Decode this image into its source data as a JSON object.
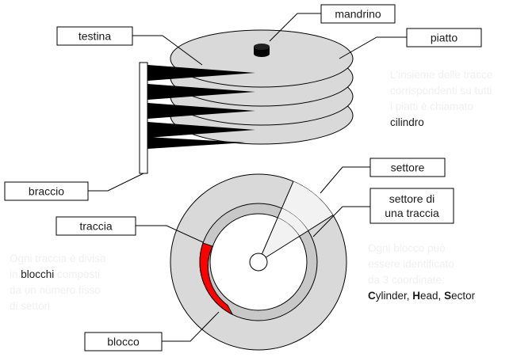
{
  "labels": {
    "mandrino": "mandrino",
    "testina": "testina",
    "piatto": "piatto",
    "braccio": "braccio",
    "settore": "settore",
    "settore_traccia_line1": "settore di",
    "settore_traccia_line2": "una traccia",
    "traccia": "traccia",
    "blocco": "blocco"
  },
  "notes": {
    "cylinder": {
      "line1": "L'insieme delle tracce",
      "line2": "corrispondenti su tutti",
      "line3": "i piatti è chiamato",
      "line4": "cilindro"
    },
    "blocks": {
      "line1": "Ogni traccia è divisa",
      "line2_pre": "in ",
      "line2_em": "blocchi",
      "line2_post": " composti",
      "line3": "da un numero fisso",
      "line4": "di settori"
    },
    "coords": {
      "line1": "Ogni blocco può",
      "line2": "essere identificato",
      "line3": "da 3 coordinate:",
      "c_initial": "C",
      "c_rest": "ylinder, ",
      "h_initial": "H",
      "h_rest": "ead, ",
      "s_initial": "S",
      "s_rest": "ector"
    }
  },
  "colors": {
    "platter": "#d9d9d9",
    "sector_highlight": "#f2f2f2",
    "block": "#ff0000",
    "head": "#000000",
    "note_text": "#f0f0f0"
  }
}
